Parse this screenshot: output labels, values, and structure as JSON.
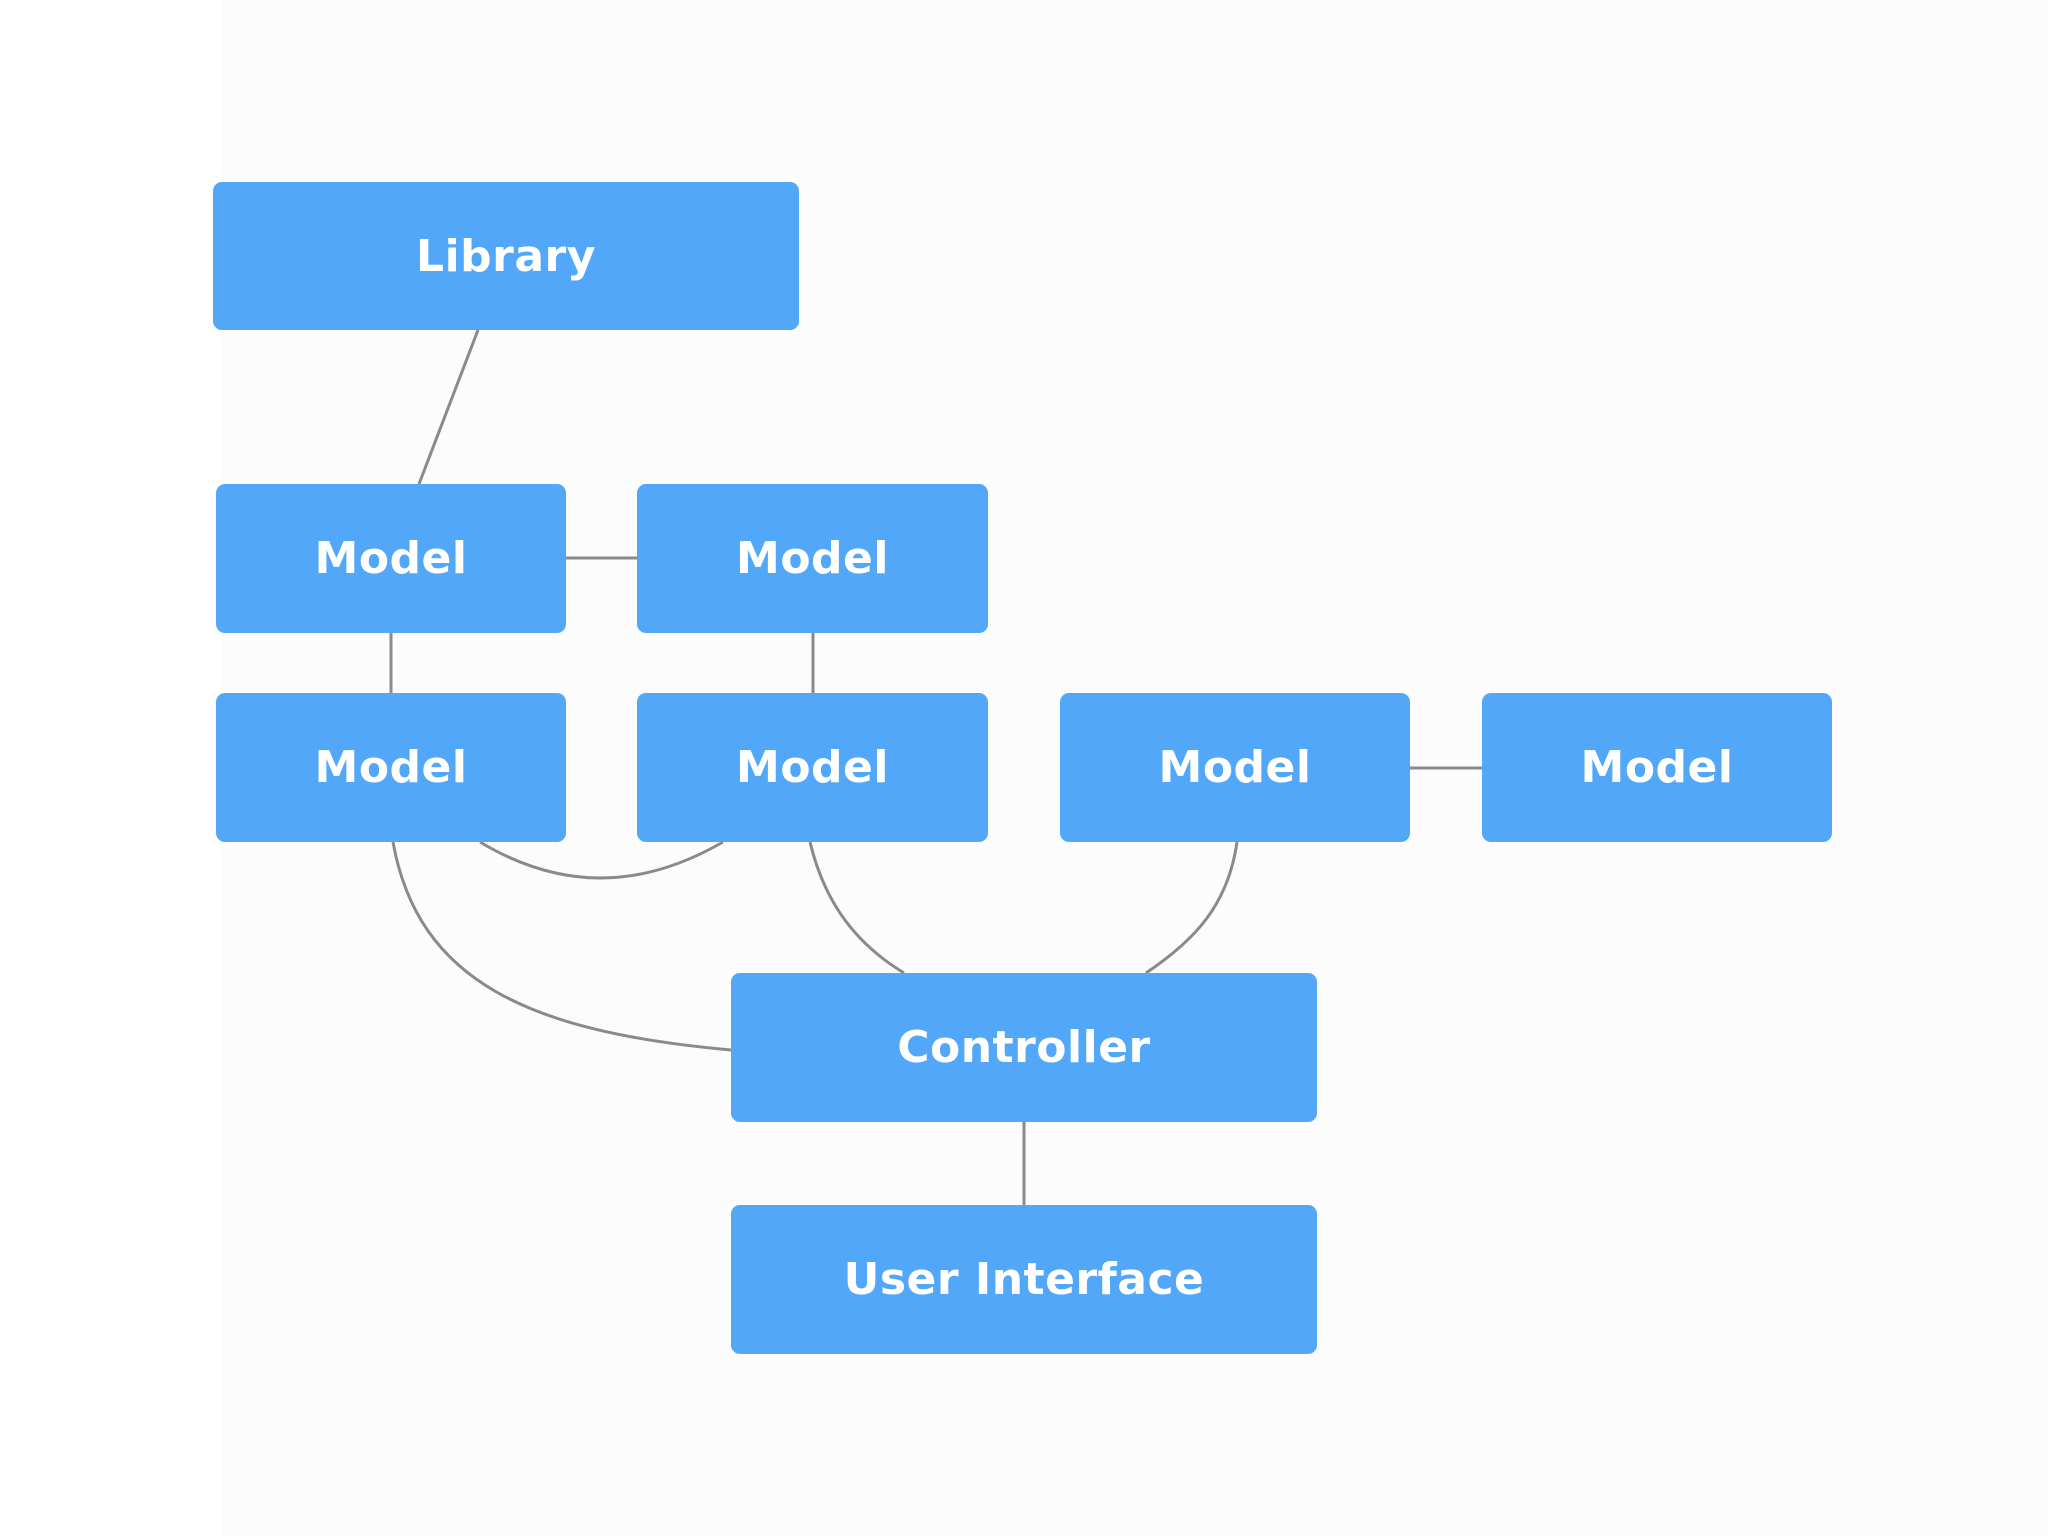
{
  "diagram": {
    "colors": {
      "node_fill": "#52a7f9",
      "node_text": "#ffffff",
      "connector": "#8a8a8a",
      "background": "#fcfcfc"
    },
    "nodes": {
      "library": "Library",
      "model_a": "Model",
      "model_b": "Model",
      "model_c": "Model",
      "model_d": "Model",
      "model_e": "Model",
      "model_f": "Model",
      "controller": "Controller",
      "user_interface": "User Interface"
    },
    "edges": [
      [
        "library",
        "model_a"
      ],
      [
        "model_a",
        "model_b"
      ],
      [
        "model_a",
        "model_c"
      ],
      [
        "model_b",
        "model_d"
      ],
      [
        "model_c",
        "model_d"
      ],
      [
        "model_e",
        "model_f"
      ],
      [
        "model_c",
        "controller"
      ],
      [
        "model_d",
        "controller"
      ],
      [
        "model_e",
        "controller"
      ],
      [
        "controller",
        "user_interface"
      ]
    ]
  }
}
